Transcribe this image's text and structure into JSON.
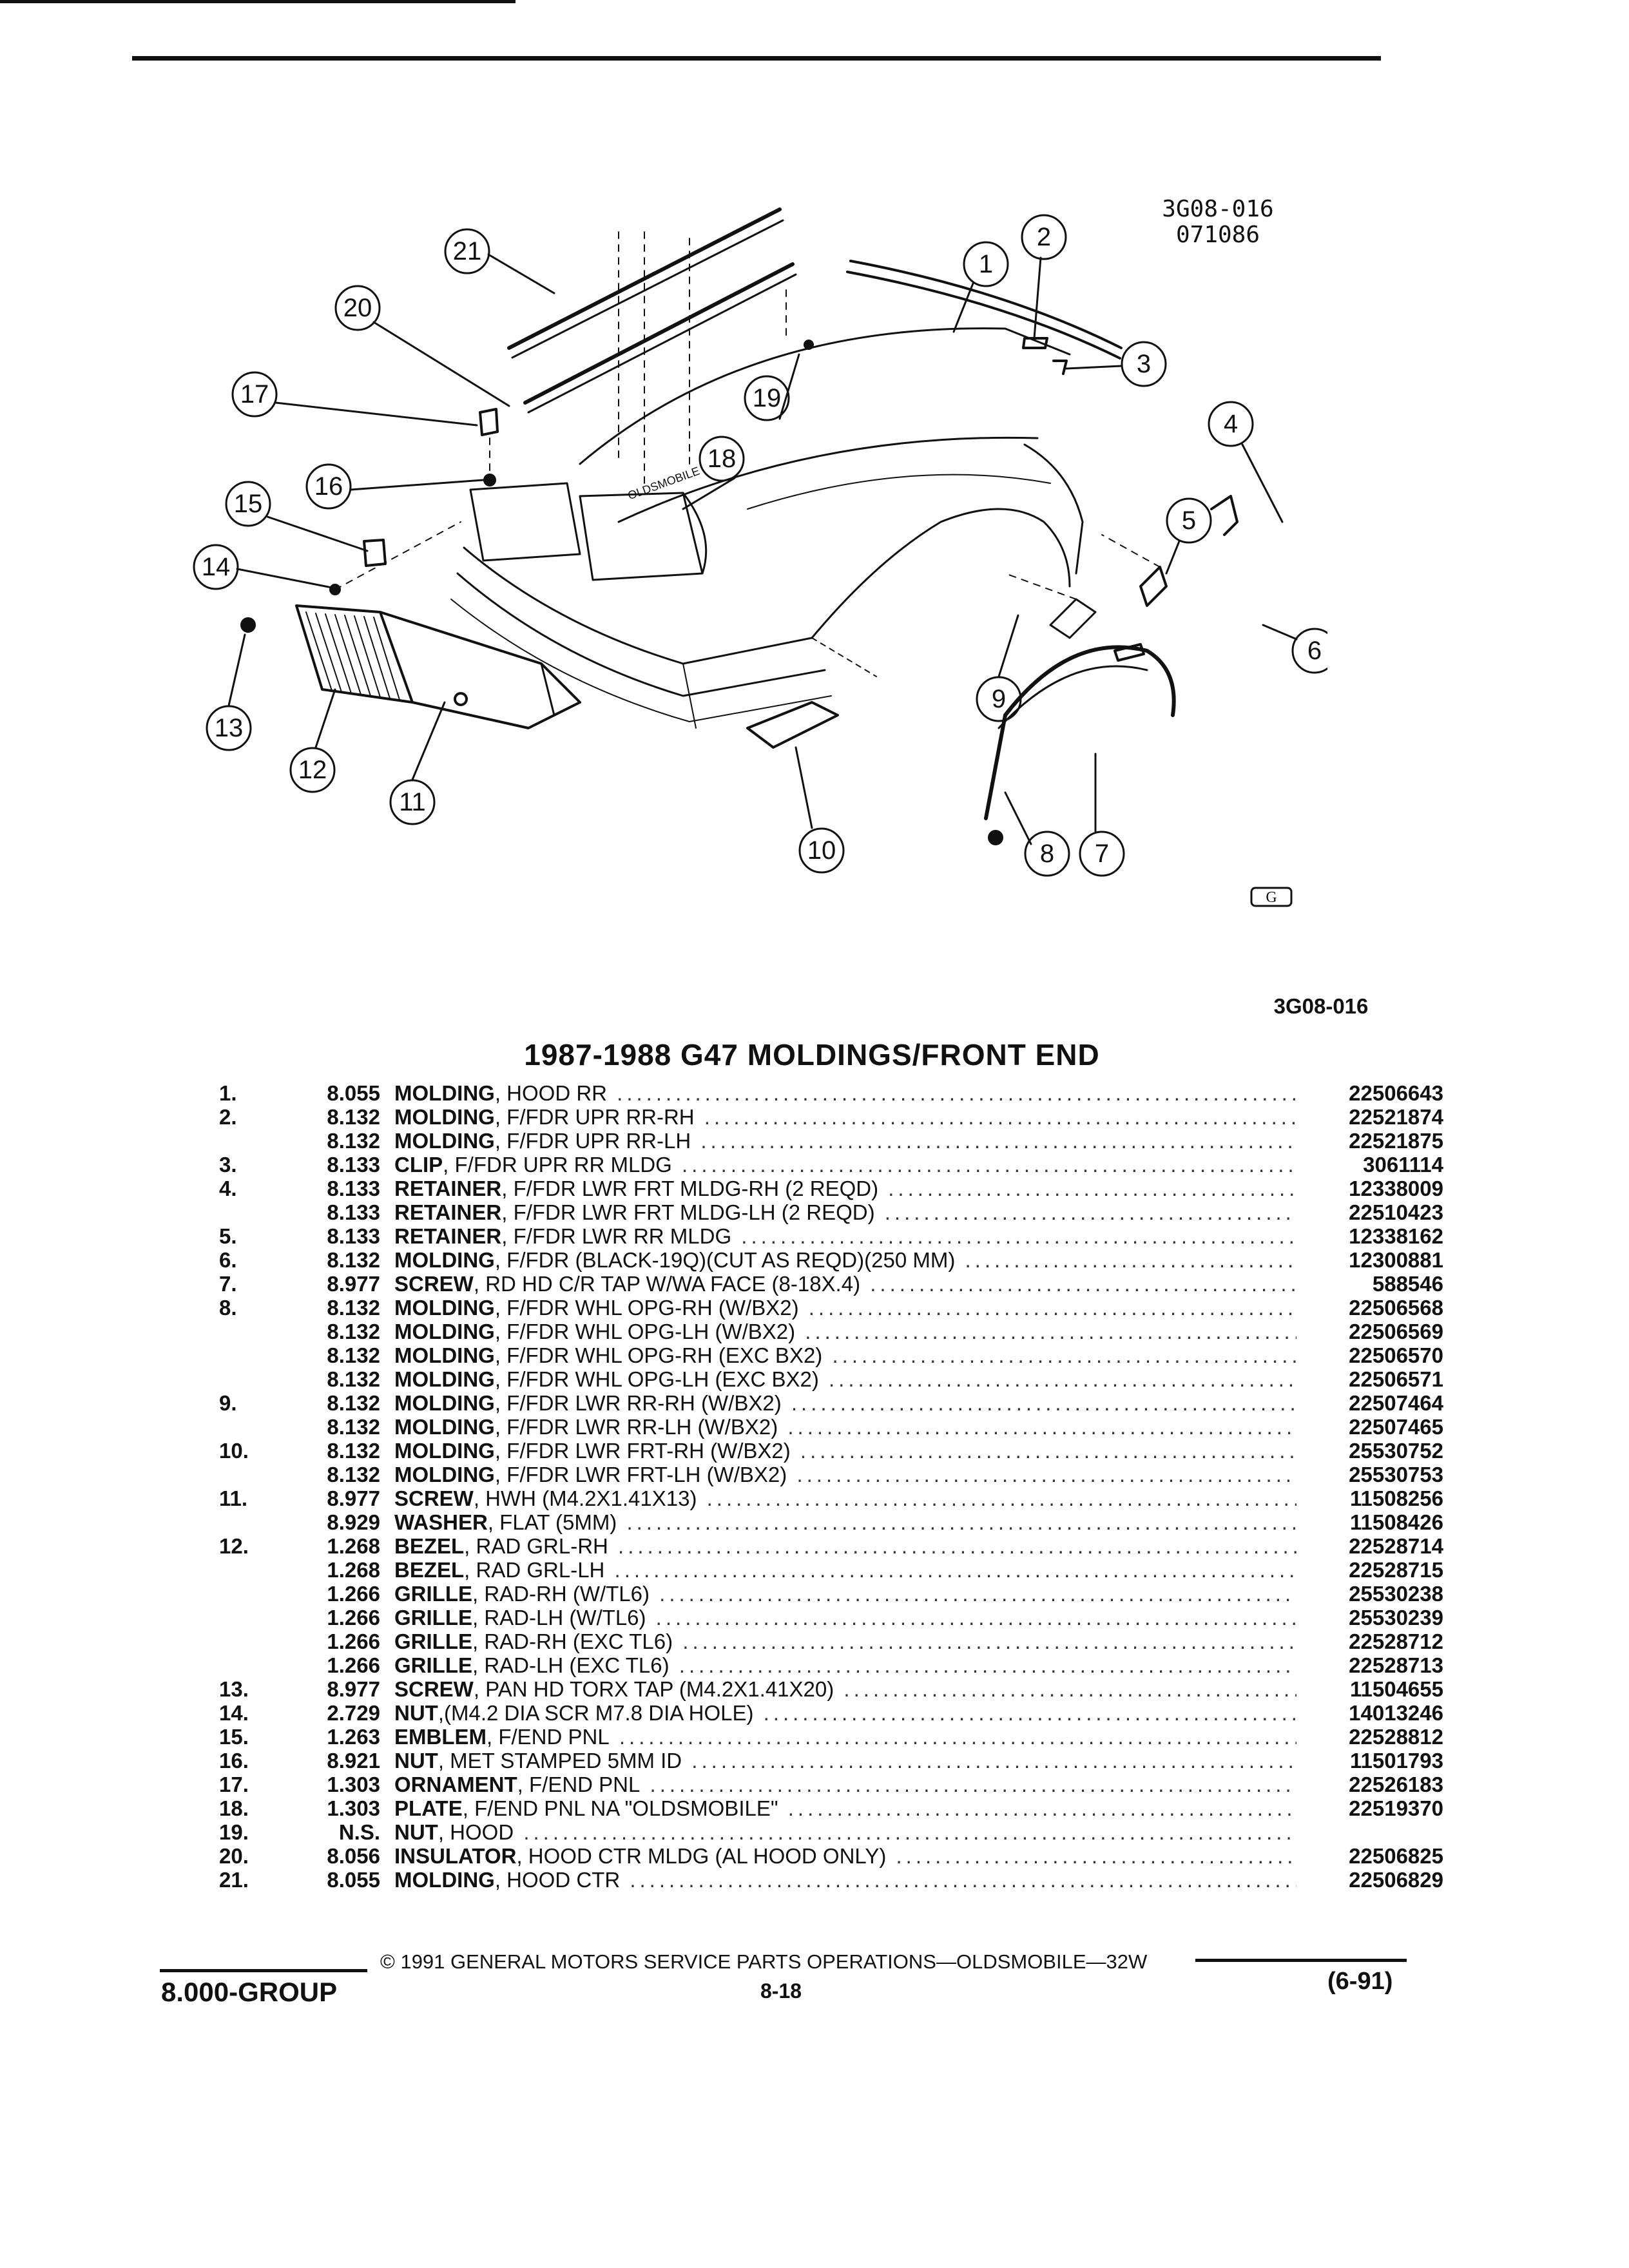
{
  "header": {
    "illustration_id": "3G08-016",
    "illustration_date": "071086",
    "ref_code": "3G08-016"
  },
  "diagram": {
    "callouts": [
      "1",
      "2",
      "3",
      "4",
      "5",
      "6",
      "7",
      "8",
      "9",
      "10",
      "11",
      "12",
      "13",
      "14",
      "15",
      "16",
      "17",
      "18",
      "19",
      "20",
      "21"
    ],
    "hood_plate_text": "OLDSMOBILE",
    "logo_mark": "G"
  },
  "title": "1987-1988 G47 MOLDINGS/FRONT END",
  "parts": [
    {
      "num": "1.",
      "group": "8.055",
      "name": "MOLDING",
      "desc": ", HOOD RR",
      "part": "22506643"
    },
    {
      "num": "2.",
      "group": "8.132",
      "name": "MOLDING",
      "desc": ", F/FDR UPR RR-RH",
      "part": "22521874"
    },
    {
      "num": "",
      "group": "8.132",
      "name": "MOLDING",
      "desc": ", F/FDR UPR RR-LH",
      "part": "22521875"
    },
    {
      "num": "3.",
      "group": "8.133",
      "name": "CLIP",
      "desc": ", F/FDR UPR RR MLDG",
      "part": "3061114"
    },
    {
      "num": "4.",
      "group": "8.133",
      "name": "RETAINER",
      "desc": ", F/FDR LWR FRT MLDG-RH (2 REQD)",
      "part": "12338009"
    },
    {
      "num": "",
      "group": "8.133",
      "name": "RETAINER",
      "desc": ", F/FDR LWR FRT MLDG-LH (2 REQD)",
      "part": "22510423"
    },
    {
      "num": "5.",
      "group": "8.133",
      "name": "RETAINER",
      "desc": ", F/FDR LWR RR MLDG",
      "part": "12338162"
    },
    {
      "num": "6.",
      "group": "8.132",
      "name": "MOLDING",
      "desc": ", F/FDR (BLACK-19Q)(CUT AS REQD)(250 MM)",
      "part": "12300881"
    },
    {
      "num": "7.",
      "group": "8.977",
      "name": "SCREW",
      "desc": ", RD HD C/R TAP W/WA FACE (8-18X.4)",
      "part": "588546"
    },
    {
      "num": "8.",
      "group": "8.132",
      "name": "MOLDING",
      "desc": ", F/FDR WHL OPG-RH (W/BX2)",
      "part": "22506568"
    },
    {
      "num": "",
      "group": "8.132",
      "name": "MOLDING",
      "desc": ", F/FDR WHL OPG-LH (W/BX2)",
      "part": "22506569"
    },
    {
      "num": "",
      "group": "8.132",
      "name": "MOLDING",
      "desc": ", F/FDR WHL OPG-RH (EXC BX2)",
      "part": "22506570"
    },
    {
      "num": "",
      "group": "8.132",
      "name": "MOLDING",
      "desc": ", F/FDR WHL OPG-LH (EXC BX2)",
      "part": "22506571"
    },
    {
      "num": "9.",
      "group": "8.132",
      "name": "MOLDING",
      "desc": ", F/FDR LWR RR-RH (W/BX2)",
      "part": "22507464"
    },
    {
      "num": "",
      "group": "8.132",
      "name": "MOLDING",
      "desc": ", F/FDR LWR RR-LH (W/BX2)",
      "part": "22507465"
    },
    {
      "num": "10.",
      "group": "8.132",
      "name": "MOLDING",
      "desc": ", F/FDR LWR FRT-RH (W/BX2)",
      "part": "25530752"
    },
    {
      "num": "",
      "group": "8.132",
      "name": "MOLDING",
      "desc": ", F/FDR LWR FRT-LH (W/BX2)",
      "part": "25530753"
    },
    {
      "num": "11.",
      "group": "8.977",
      "name": "SCREW",
      "desc": ", HWH (M4.2X1.41X13)",
      "part": "11508256"
    },
    {
      "num": "",
      "group": "8.929",
      "name": "WASHER",
      "desc": ", FLAT (5MM)",
      "part": "11508426"
    },
    {
      "num": "12.",
      "group": "1.268",
      "name": "BEZEL",
      "desc": ", RAD GRL-RH",
      "part": "22528714"
    },
    {
      "num": "",
      "group": "1.268",
      "name": "BEZEL",
      "desc": ", RAD GRL-LH",
      "part": "22528715"
    },
    {
      "num": "",
      "group": "1.266",
      "name": "GRILLE",
      "desc": ", RAD-RH (W/TL6)",
      "part": "25530238"
    },
    {
      "num": "",
      "group": "1.266",
      "name": "GRILLE",
      "desc": ", RAD-LH (W/TL6)",
      "part": "25530239"
    },
    {
      "num": "",
      "group": "1.266",
      "name": "GRILLE",
      "desc": ", RAD-RH (EXC TL6)",
      "part": "22528712"
    },
    {
      "num": "",
      "group": "1.266",
      "name": "GRILLE",
      "desc": ", RAD-LH (EXC TL6)",
      "part": "22528713"
    },
    {
      "num": "13.",
      "group": "8.977",
      "name": "SCREW",
      "desc": ", PAN HD TORX TAP (M4.2X1.41X20)",
      "part": "11504655"
    },
    {
      "num": "14.",
      "group": "2.729",
      "name": "NUT",
      "desc": ",(M4.2 DIA SCR M7.8 DIA HOLE)",
      "part": "14013246"
    },
    {
      "num": "15.",
      "group": "1.263",
      "name": "EMBLEM",
      "desc": ", F/END PNL",
      "part": "22528812"
    },
    {
      "num": "16.",
      "group": "8.921",
      "name": "NUT",
      "desc": ", MET STAMPED 5MM ID",
      "part": "11501793"
    },
    {
      "num": "17.",
      "group": "1.303",
      "name": "ORNAMENT",
      "desc": ", F/END PNL",
      "part": "22526183"
    },
    {
      "num": "18.",
      "group": "1.303",
      "name": "PLATE",
      "desc": ", F/END PNL NA \"OLDSMOBILE\"",
      "part": "22519370"
    },
    {
      "num": "19.",
      "group": "N.S.",
      "name": "NUT",
      "desc": ", HOOD",
      "part": ""
    },
    {
      "num": "20.",
      "group": "8.056",
      "name": "INSULATOR",
      "desc": ", HOOD CTR MLDG (AL HOOD ONLY)",
      "part": "22506825"
    },
    {
      "num": "21.",
      "group": "8.055",
      "name": "MOLDING",
      "desc": ", HOOD CTR",
      "part": "22506829"
    }
  ],
  "footer": {
    "copyright": "© 1991 GENERAL MOTORS SERVICE PARTS OPERATIONS—OLDSMOBILE—32W",
    "group": "8.000-GROUP",
    "page": "8-18",
    "date": "(6-91)"
  }
}
